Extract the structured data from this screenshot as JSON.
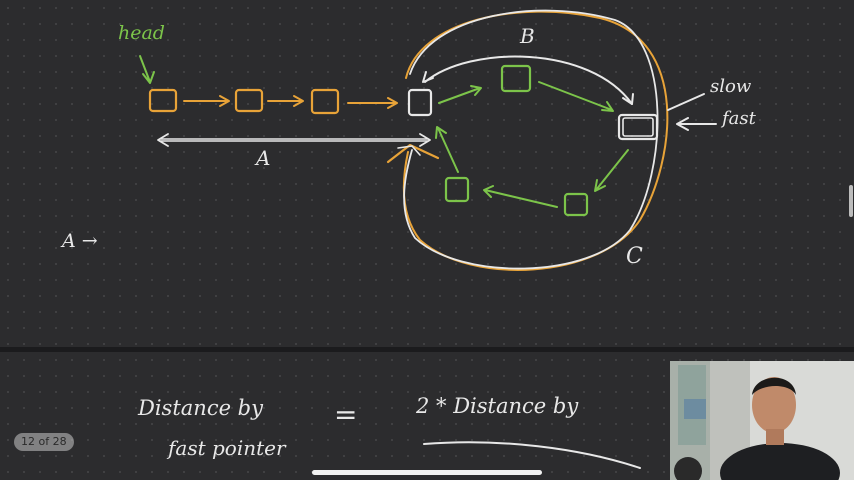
{
  "slide_top": {
    "labels": {
      "head": "head",
      "b": "B",
      "a": "A",
      "c": "C",
      "slow": "slow",
      "fast": "fast",
      "a_arrow": "A →"
    }
  },
  "slide_bottom": {
    "lhs_line1": "Distance by",
    "lhs_line2": "fast pointer",
    "equals": "=",
    "rhs": "2 * Distance by"
  },
  "page_indicator": "12 of 28",
  "colors": {
    "orange": "#e8a338",
    "green": "#7cc44a",
    "white_ink": "#e8e8e8",
    "background": "#2c2c2e"
  },
  "icons": {
    "home_indicator": "home-bar",
    "video": "presenter-webcam"
  }
}
